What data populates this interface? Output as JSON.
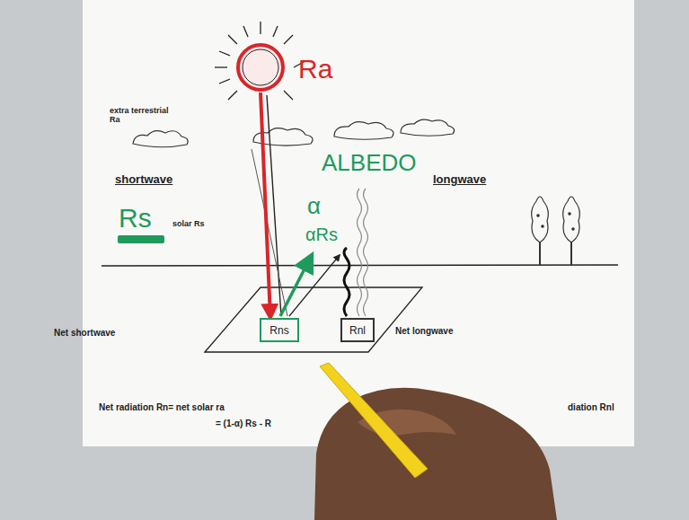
{
  "diagram": {
    "nodes": [
      {
        "text": [
          "Ra"
        ]
      },
      {
        "text": [
          "Rns"
        ]
      },
      {
        "text": [
          "Rnl"
        ]
      }
    ],
    "edges": [
      {
        "from": 0,
        "to": 1,
        "arrow": "to"
      }
    ],
    "labels": [
      "extra terrestrial Ra",
      "shortwave",
      "Rs",
      "solar Rs",
      "ALBEDO",
      "longwave",
      "α",
      "αRs",
      "Net shortwave",
      "Net longwave",
      "Net radiation Rn= net solar ra",
      "diation Rnl",
      "= (1-α) Rs - R"
    ]
  }
}
